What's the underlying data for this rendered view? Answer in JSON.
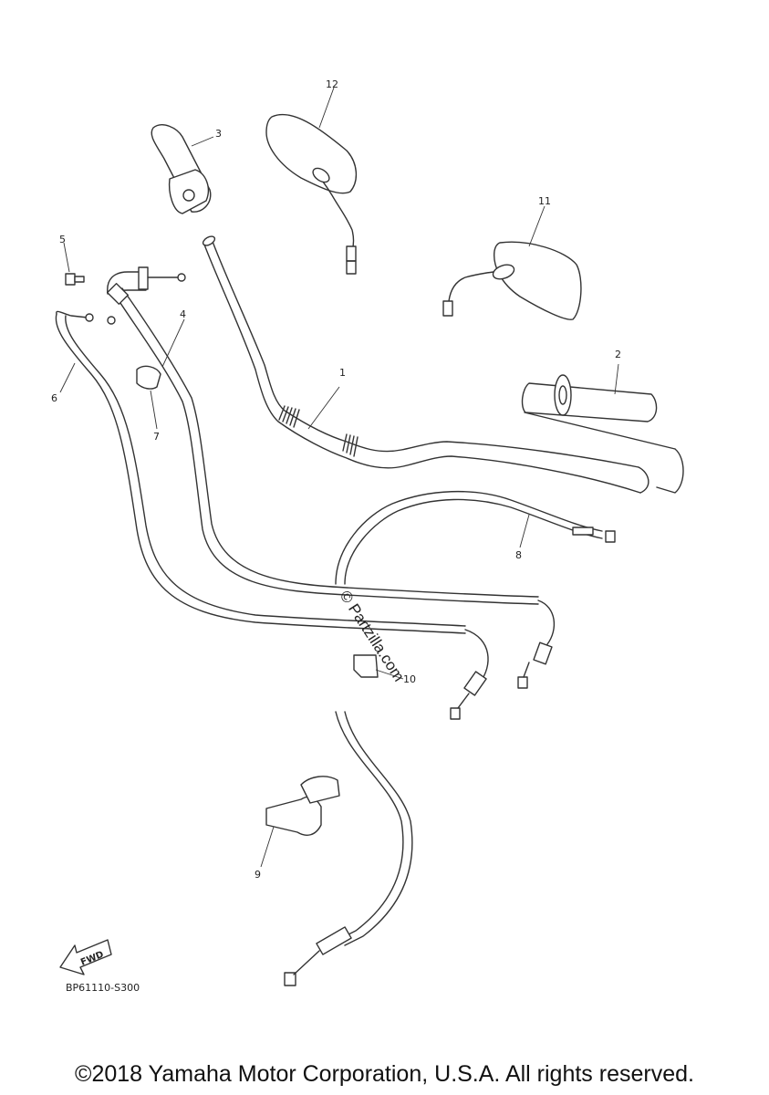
{
  "diagram": {
    "callouts": [
      "1",
      "2",
      "3",
      "4",
      "5",
      "6",
      "7",
      "8",
      "9",
      "10",
      "11",
      "12"
    ],
    "diagram_code": "BP61110-S300",
    "fwd_label": "FWD",
    "watermark": "© Partzilla.com"
  },
  "footer": {
    "copyright": "©2018 Yamaha Motor Corporation, U.S.A. All rights reserved."
  }
}
